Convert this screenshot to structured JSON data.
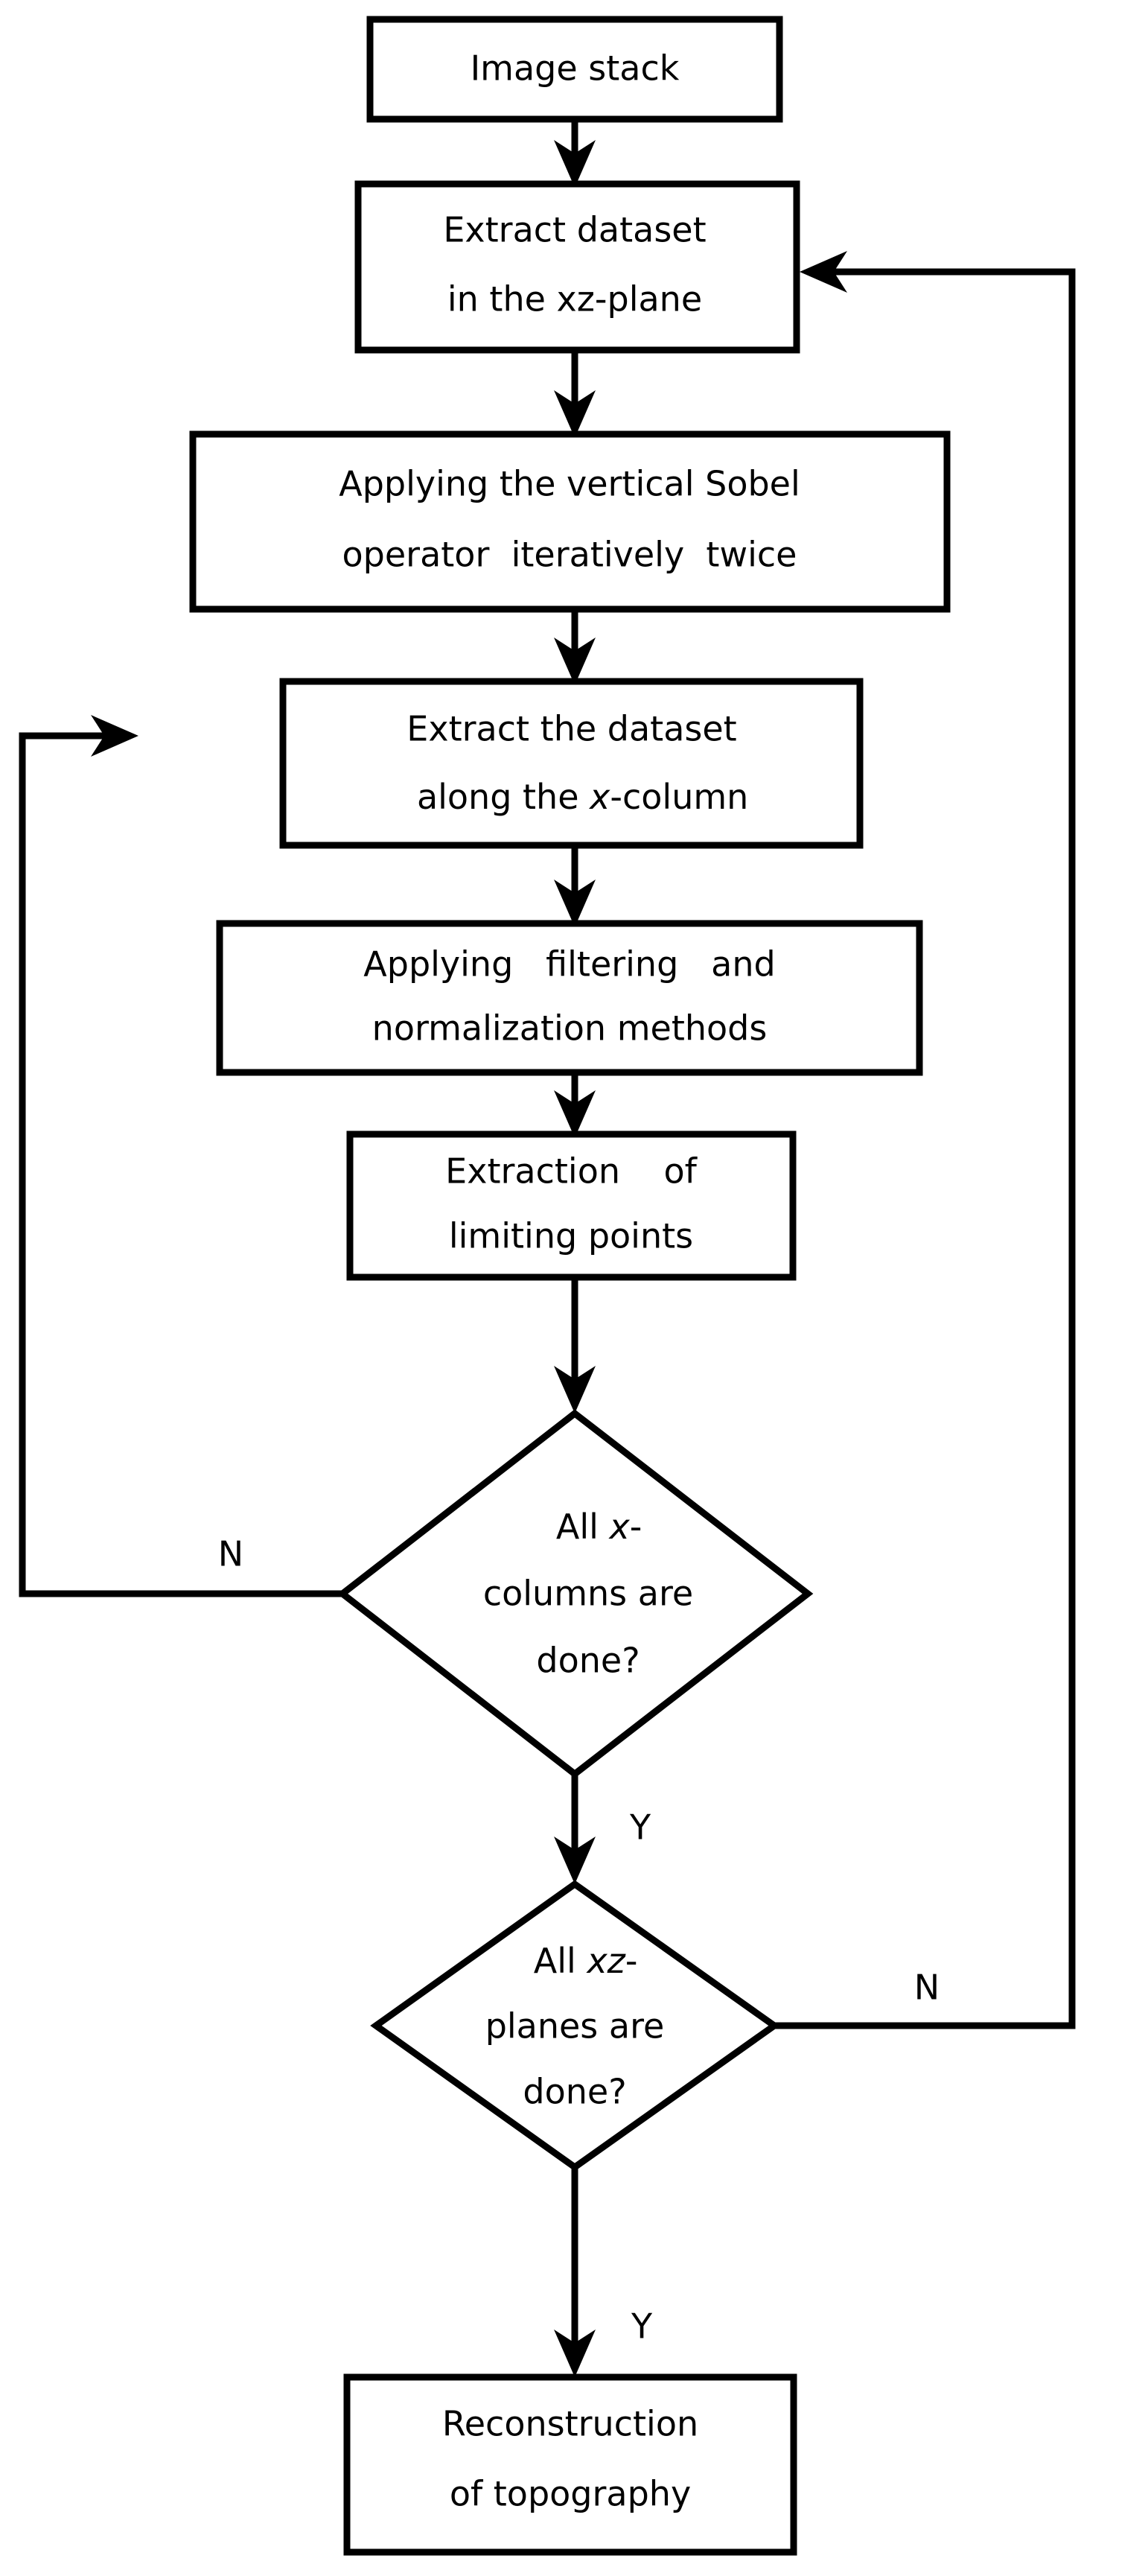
{
  "diagram": {
    "type": "flowchart",
    "title": "",
    "orientation": "top-to-bottom",
    "background_color": "#ffffff",
    "line_color": "#000000",
    "nodes": [
      {
        "id": "image-stack",
        "shape": "rectangle",
        "lines": [
          "Image stack"
        ]
      },
      {
        "id": "extract-xz",
        "shape": "rectangle",
        "lines": [
          "Extract dataset",
          "in the xz-plane"
        ]
      },
      {
        "id": "sobel",
        "shape": "rectangle",
        "lines": [
          "Applying the vertical Sobel",
          "operator  iteratively  twice"
        ]
      },
      {
        "id": "extract-xcol",
        "shape": "rectangle",
        "lines_pre": [
          "Extract the dataset",
          "along the "
        ],
        "lines": [
          "Extract the dataset",
          "along the x-column"
        ],
        "italic_token": "x"
      },
      {
        "id": "filter-normalize",
        "shape": "rectangle",
        "lines": [
          "Applying   filtering   and",
          "normalization methods"
        ]
      },
      {
        "id": "limiting-points",
        "shape": "rectangle",
        "lines": [
          "Extraction    of",
          "limiting points"
        ]
      },
      {
        "id": "decision-xcolumns",
        "shape": "diamond",
        "lines": [
          "All x-",
          "columns are",
          "done?"
        ],
        "italic_token": "x"
      },
      {
        "id": "decision-xzplanes",
        "shape": "diamond",
        "lines": [
          "All xz-",
          "planes are",
          "done?"
        ],
        "italic_token": "xz"
      },
      {
        "id": "reconstruction",
        "shape": "rectangle",
        "lines": [
          "Reconstruction",
          "of topography"
        ]
      }
    ],
    "text": {
      "image_stack_l1": "Image stack",
      "extract_xz_l1": "Extract dataset",
      "extract_xz_l2": "in the xz-plane",
      "sobel_l1": "Applying the vertical Sobel",
      "sobel_l2": "operator  iteratively  twice",
      "extract_xcol_l1": "Extract the dataset",
      "extract_xcol_l2_pre": "along the ",
      "extract_xcol_l2_ital": "x",
      "extract_xcol_l2_post": "-column",
      "filter_l1": "Applying   filtering   and",
      "filter_l2": "normalization methods",
      "limiting_l1": "Extraction    of",
      "limiting_l2": "limiting points",
      "dec1_l1_pre": "All ",
      "dec1_l1_ital": "x",
      "dec1_l1_post": "-",
      "dec1_l2": "columns are",
      "dec1_l3": "done?",
      "dec2_l1_pre": "All ",
      "dec2_l1_ital": "xz",
      "dec2_l1_post": "-",
      "dec2_l2": "planes are",
      "dec2_l3": "done?",
      "reconstruction_l1": "Reconstruction",
      "reconstruction_l2": "of topography"
    },
    "edges": [
      {
        "id": "e1",
        "from": "image-stack",
        "to": "extract-xz",
        "label": ""
      },
      {
        "id": "e2",
        "from": "extract-xz",
        "to": "sobel",
        "label": ""
      },
      {
        "id": "e3",
        "from": "sobel",
        "to": "extract-xcol",
        "label": ""
      },
      {
        "id": "e4",
        "from": "extract-xcol",
        "to": "filter-normalize",
        "label": ""
      },
      {
        "id": "e5",
        "from": "filter-normalize",
        "to": "limiting-points",
        "label": ""
      },
      {
        "id": "e6",
        "from": "limiting-points",
        "to": "decision-xcolumns",
        "label": ""
      },
      {
        "id": "e7",
        "from": "decision-xcolumns",
        "to": "extract-xcol",
        "label": "N",
        "route": "left-loop"
      },
      {
        "id": "e8",
        "from": "decision-xcolumns",
        "to": "decision-xzplanes",
        "label": "Y"
      },
      {
        "id": "e9",
        "from": "decision-xzplanes",
        "to": "extract-xz",
        "label": "N",
        "route": "right-loop"
      },
      {
        "id": "e10",
        "from": "decision-xzplanes",
        "to": "reconstruction",
        "label": "Y"
      }
    ],
    "branch_labels": {
      "dec1_no": "N",
      "dec1_yes": "Y",
      "dec2_no": "N",
      "dec2_yes": "Y"
    }
  }
}
